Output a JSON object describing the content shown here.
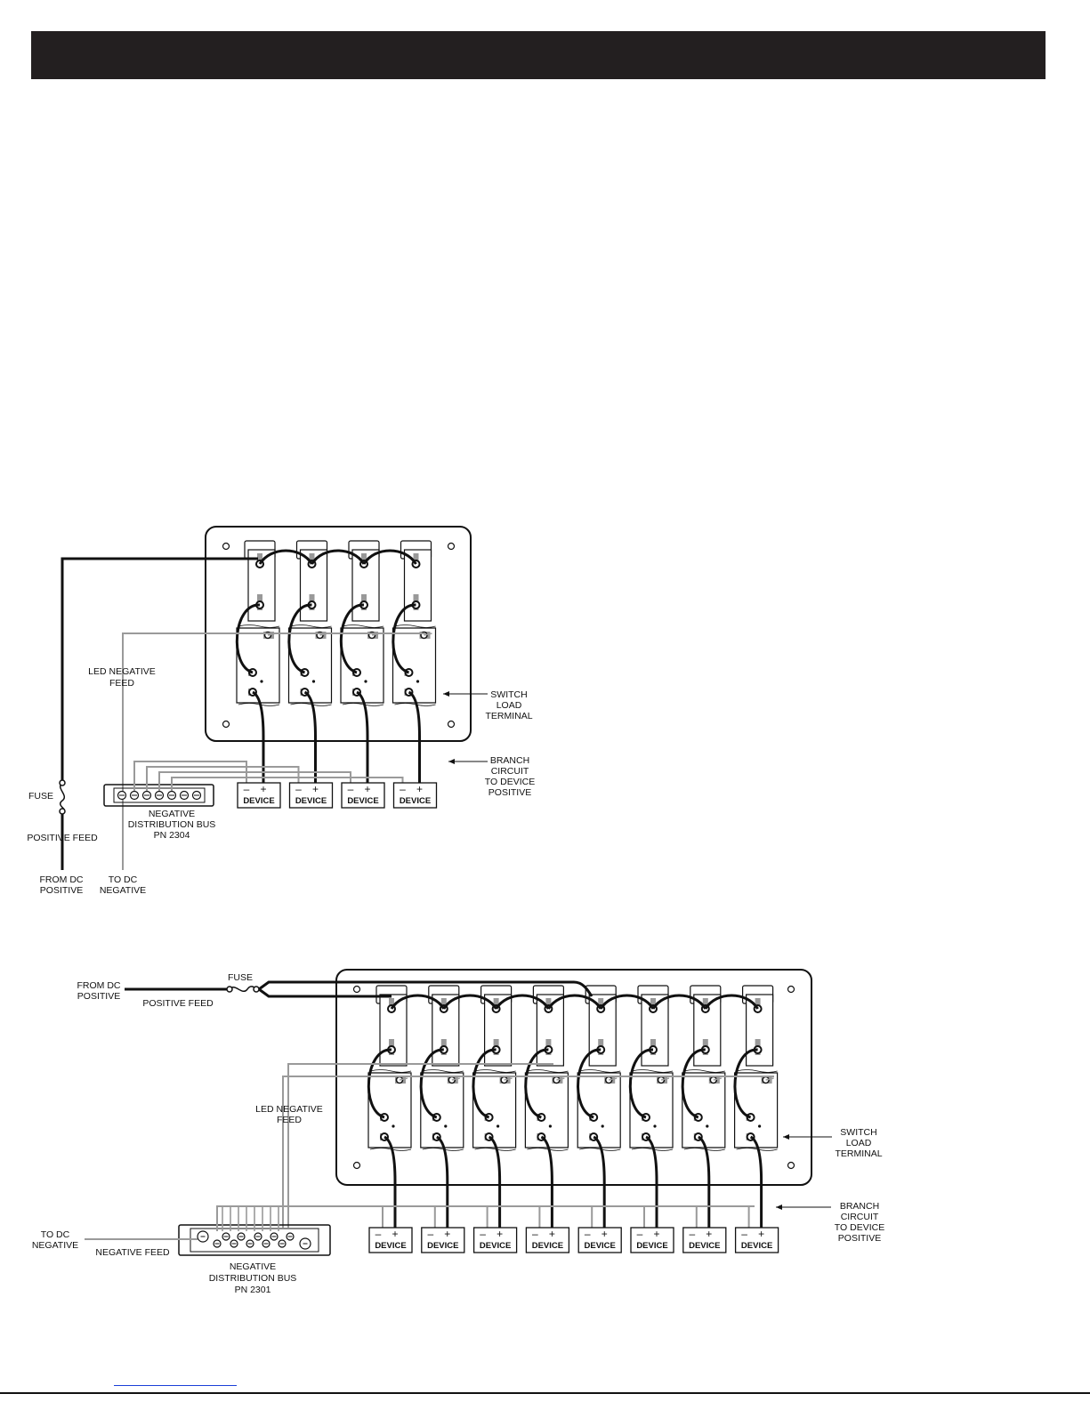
{
  "diagram_4": {
    "switch_count": 4,
    "device_label": "DEVICE",
    "minus": "–",
    "plus": "+",
    "led_negative_feed": [
      "LED NEGATIVE",
      "FEED"
    ],
    "switch_load_terminal": [
      "SWITCH",
      "LOAD",
      "TERMINAL"
    ],
    "branch_circuit": [
      "BRANCH",
      "CIRCUIT",
      "TO DEVICE",
      "POSITIVE"
    ],
    "fuse": "FUSE",
    "positive_feed": "POSITIVE  FEED",
    "negative_bus": [
      "NEGATIVE",
      "DISTRIBUTION BUS",
      "PN 2304"
    ],
    "from_dc_positive": [
      "FROM DC",
      "POSITIVE"
    ],
    "to_dc_negative": [
      "TO DC",
      "NEGATIVE"
    ]
  },
  "diagram_8": {
    "switch_count": 8,
    "device_label": "DEVICE",
    "minus": "–",
    "plus": "+",
    "from_dc_positive": [
      "FROM DC",
      "POSITIVE"
    ],
    "fuse": "FUSE",
    "positive_feed": "POSITIVE  FEED",
    "led_negative_feed": [
      "LED NEGATIVE",
      "FEED"
    ],
    "switch_load_terminal": [
      "SWITCH",
      "LOAD",
      "TERMINAL"
    ],
    "branch_circuit": [
      "BRANCH",
      "CIRCUIT",
      "TO DEVICE",
      "POSITIVE"
    ],
    "to_dc_negative": [
      "TO DC",
      "NEGATIVE"
    ],
    "negative_feed": "NEGATIVE FEED",
    "negative_bus": [
      "NEGATIVE",
      "DISTRIBUTION BUS",
      "PN 2301"
    ]
  }
}
